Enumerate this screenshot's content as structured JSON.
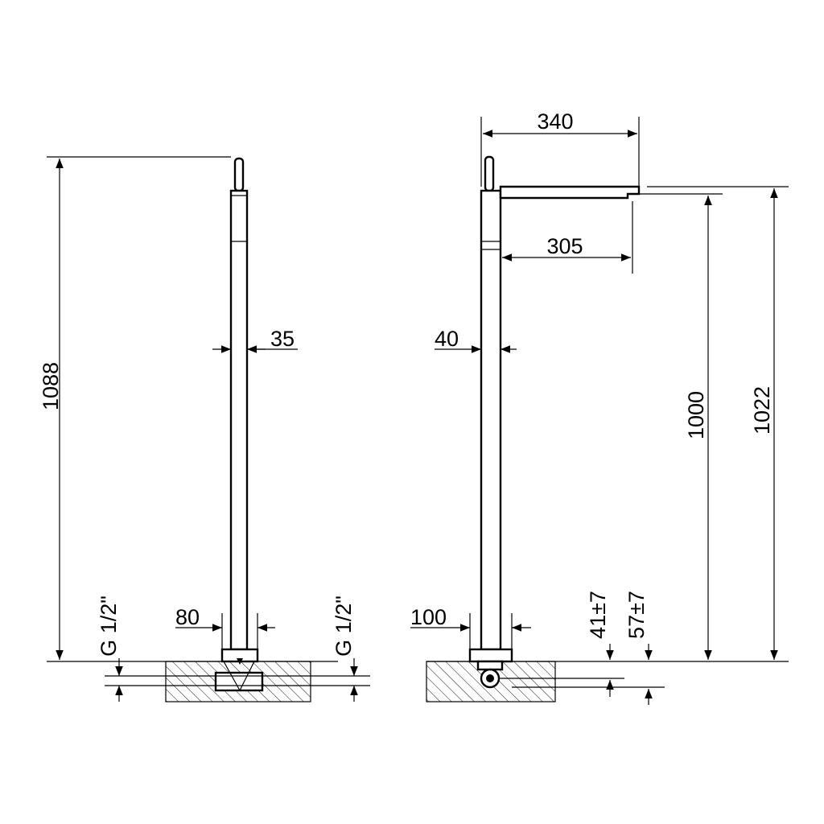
{
  "dimensions": {
    "left_total_height": "1088",
    "left_body_width": "35",
    "left_base_width": "80",
    "left_connection_1": "G 1/2\"",
    "left_connection_2": "G 1/2\"",
    "right_reach_total": "340",
    "right_reach_spout": "305",
    "right_body_width": "40",
    "right_base_width": "100",
    "right_spout_height": "1000",
    "right_total_height": "1022",
    "right_depth_1": "41±7",
    "right_depth_2": "57±7"
  }
}
